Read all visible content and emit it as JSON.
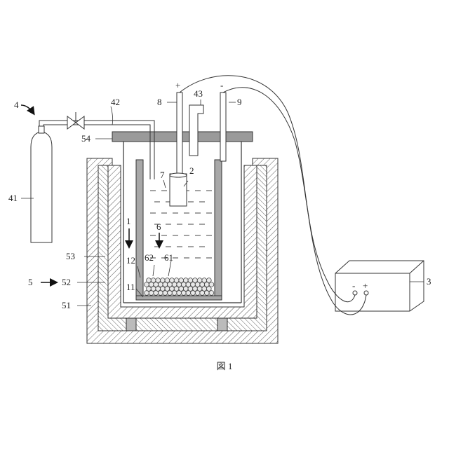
{
  "figure": {
    "caption": "図 1",
    "labels": {
      "l1": "1",
      "l2": "2",
      "l3": "3",
      "l4": "4",
      "l5": "5",
      "l6": "6",
      "l7": "7",
      "l8": "8",
      "l9": "9",
      "l11": "11",
      "l12": "12",
      "l41": "41",
      "l42": "42",
      "l43": "43",
      "l51": "51",
      "l52": "52",
      "l53": "53",
      "l54": "54",
      "l61": "61",
      "l62": "62"
    },
    "polarity": {
      "electrode_8": "+",
      "electrode_9": "-",
      "supply_neg": "-",
      "supply_pos": "+"
    }
  }
}
